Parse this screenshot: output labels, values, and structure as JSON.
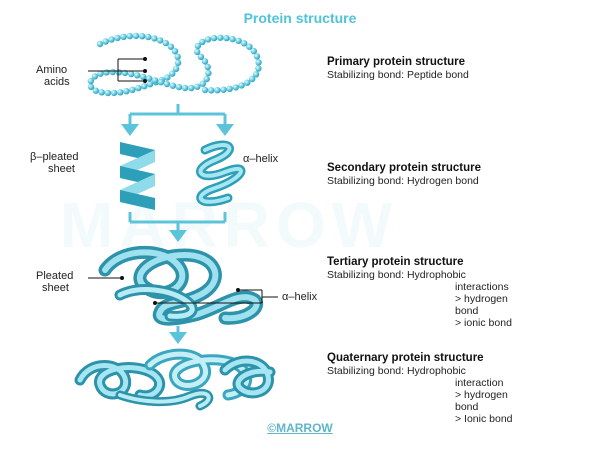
{
  "title": "Protein structure",
  "watermark": "MARROW",
  "footer": "©MARROW",
  "colors": {
    "accent": "#4fc3d9",
    "bead": "#55c3d8",
    "ribbon_dark": "#2e9fb8",
    "ribbon_light": "#9be0ee"
  },
  "primary": {
    "heading": "Primary protein structure",
    "bond": "Stabilizing bond: Peptide bond",
    "label_line1": "Amino",
    "label_line2": "acids"
  },
  "secondary": {
    "heading": "Secondary protein structure",
    "bond": "Stabilizing bond: Hydrogen bond",
    "beta_line1": "β–pleated",
    "beta_line2": "sheet",
    "alpha": "α–helix"
  },
  "tertiary": {
    "heading": "Tertiary protein structure",
    "bond": "Stabilizing bond: Hydrophobic",
    "bond_cont": [
      "interactions",
      "> hydrogen",
      "bond",
      "> ionic bond"
    ],
    "pleated_line1": "Pleated",
    "pleated_line2": "sheet",
    "alpha": "α–helix"
  },
  "quaternary": {
    "heading": "Quaternary protein structure",
    "bond": "Stabilizing bond: Hydrophobic",
    "bond_cont": [
      "interaction",
      "> hydrogen",
      "bond",
      "> Ionic bond"
    ]
  }
}
